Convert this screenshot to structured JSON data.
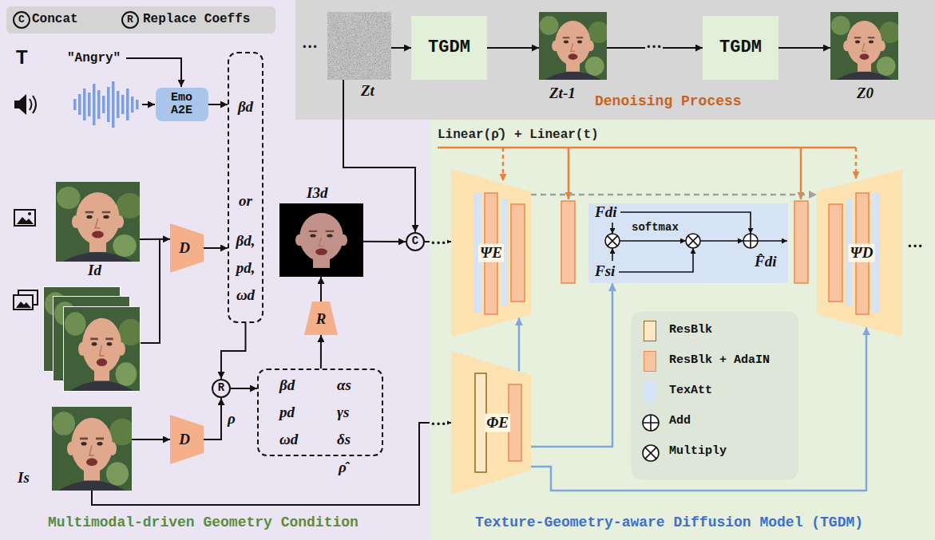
{
  "diagram": {
    "nodes": [
      {
        "text": [
          "Multimodal-driven Geometry Condition"
        ]
      },
      {
        "text": [
          "Denoising Process"
        ]
      },
      {
        "text": [
          "Texture-Geometry-aware Diffusion Model (TGDM)"
        ]
      },
      {
        "text": [
          "Zt"
        ],
        "in": 1
      },
      {
        "text": [
          "TGDM"
        ],
        "in": 1
      },
      {
        "text": [
          "Zt-1"
        ],
        "in": 1
      },
      {
        "text": [
          "TGDM"
        ],
        "in": 1
      },
      {
        "text": [
          "Z0"
        ],
        "in": 1
      },
      {
        "text": [
          "Emo A2E"
        ],
        "in": 0
      },
      {
        "text": [
          "βd",
          "or",
          "βd, pd, ωd"
        ],
        "in": 0
      },
      {
        "text": [
          "Id"
        ],
        "in": 0
      },
      {
        "text": [
          "D"
        ],
        "in": 0
      },
      {
        "text": [
          "Is"
        ],
        "in": 0
      },
      {
        "text": [
          "D"
        ],
        "in": 0
      },
      {
        "text": [
          "R"
        ],
        "in": 0
      },
      {
        "text": [
          "βd",
          "αs",
          "pd",
          "γs",
          "ωd",
          "δs",
          "ρ̂"
        ],
        "in": 0
      },
      {
        "text": [
          "R"
        ],
        "in": 0
      },
      {
        "text": [
          "I3d"
        ],
        "in": 0
      },
      {
        "text": [
          "C"
        ],
        "in": 0
      },
      {
        "text": [
          "ΨE"
        ],
        "in": 2
      },
      {
        "text": [
          "Fdi",
          "softmax",
          "Fsi",
          "F̂di"
        ],
        "in": 2
      },
      {
        "text": [
          "ΨD"
        ],
        "in": 2
      },
      {
        "text": [
          "ΦE"
        ],
        "in": 2
      }
    ],
    "edges": [
      {
        "from": 3,
        "to": 4,
        "arrow": "to"
      },
      {
        "from": 4,
        "to": 5,
        "arrow": "to"
      },
      {
        "from": 5,
        "to": 6,
        "label": "···",
        "arrow": "to"
      },
      {
        "from": 6,
        "to": 7,
        "arrow": "to"
      },
      {
        "from": 8,
        "to": 9,
        "arrow": "to"
      },
      {
        "from": 10,
        "to": 11,
        "arrow": "to"
      },
      {
        "from": 11,
        "to": 9,
        "arrow": "to"
      },
      {
        "from": 9,
        "to": 14,
        "arrow": "to"
      },
      {
        "from": 12,
        "to": 13,
        "arrow": "to"
      },
      {
        "from": 13,
        "to": 14,
        "label": "ρ",
        "arrow": "to"
      },
      {
        "from": 14,
        "to": 15,
        "arrow": "to"
      },
      {
        "from": 15,
        "to": 16,
        "arrow": "to"
      },
      {
        "from": 16,
        "to": 17,
        "arrow": "to"
      },
      {
        "from": 17,
        "to": 18,
        "arrow": "to"
      },
      {
        "from": 3,
        "to": 18,
        "arrow": "to"
      },
      {
        "from": 18,
        "to": 19,
        "label": "···",
        "arrow": "to"
      },
      {
        "from": 12,
        "to": 22,
        "label": "···",
        "arrow": "to"
      },
      {
        "from": 22,
        "to": 19,
        "arrow": "to"
      },
      {
        "from": 22,
        "to": 20,
        "arrow": "to"
      },
      {
        "from": 22,
        "to": 21,
        "arrow": "to"
      },
      {
        "from": 19,
        "to": 21,
        "arrow": "to"
      }
    ],
    "labels": [
      "C",
      "R",
      "T",
      "\"Angry\"",
      "···",
      "Linear(ρ̂) + Linear(t)",
      "···"
    ],
    "legend": [
      {
        "text": "Concat"
      },
      {
        "text": "Replace Coeffs"
      },
      {
        "text": "ResBlk",
        "color": "#fbe8c6"
      },
      {
        "text": "ResBlk + AdaIN",
        "color": "#f8c4a0"
      },
      {
        "text": "TexAtt",
        "color": "#d5e3f5"
      },
      {
        "text": "Add"
      },
      {
        "text": "Multiply"
      }
    ]
  }
}
